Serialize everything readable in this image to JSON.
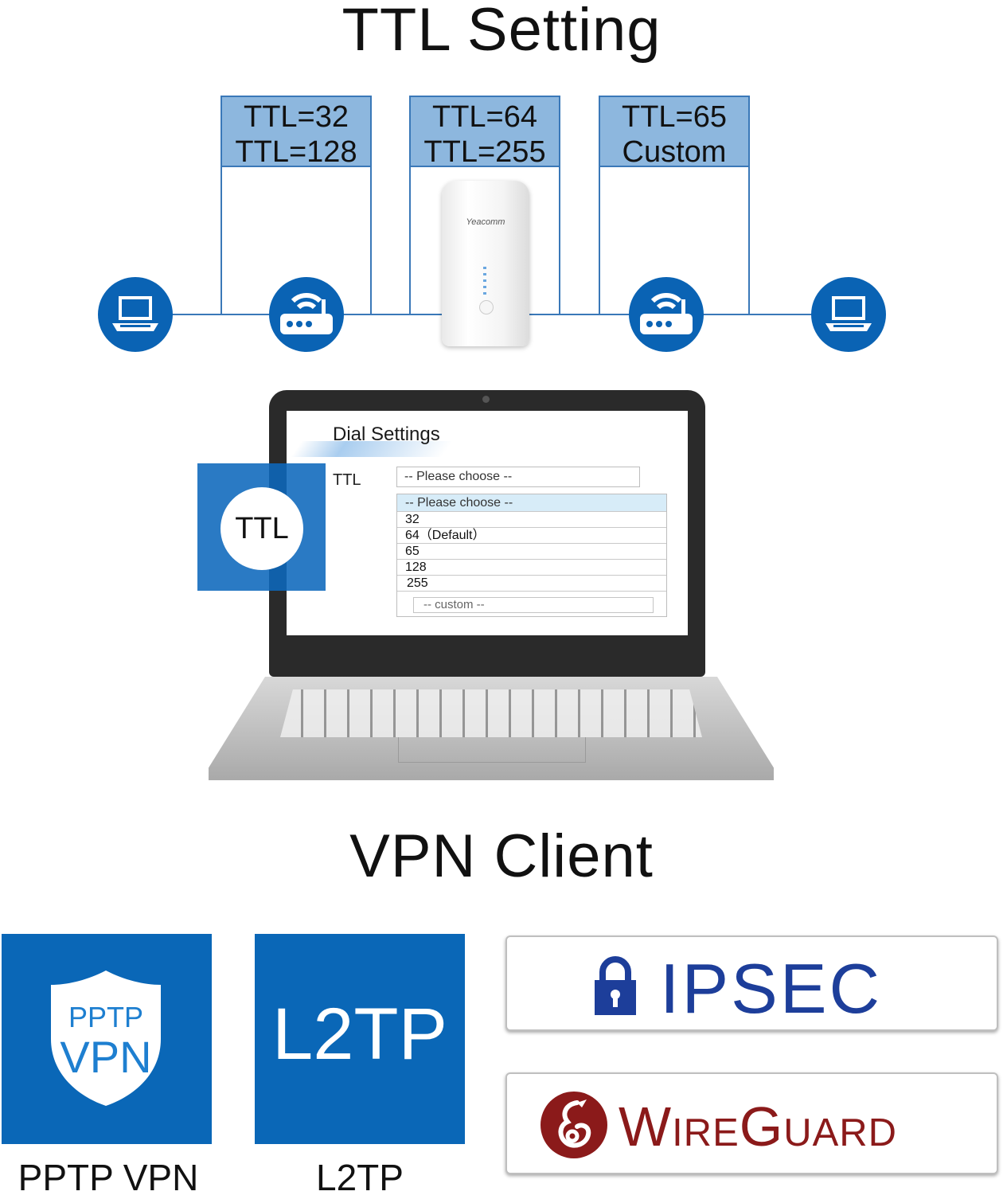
{
  "ttl_title": "TTL Setting",
  "ttl_columns": [
    {
      "line1": "TTL=32",
      "line2": "TTL=128"
    },
    {
      "line1": "TTL=64",
      "line2": "TTL=255"
    },
    {
      "line1": "TTL=65",
      "line2": "Custom"
    }
  ],
  "router_brand": "Yeacomm",
  "dial": {
    "heading": "Dial Settings",
    "field_label": "TTL",
    "select_value": "-- Please choose --",
    "options": [
      "-- Please choose --",
      "32",
      "64（Default）",
      "65",
      "128",
      "255"
    ],
    "custom_placeholder": "-- custom --",
    "badge_text": "TTL"
  },
  "vpn_title": "VPN Client",
  "vpn": {
    "pptp_line1": "PPTP",
    "pptp_line2": "VPN",
    "pptp_caption": "PPTP VPN",
    "l2tp_text": "L2TP",
    "l2tp_caption": "L2TP",
    "ipsec_text": "IPSEC",
    "wireguard_text": "WireGuard"
  },
  "colors": {
    "line_blue": "#3a78b8",
    "icon_blue": "#0a63b4",
    "label_fill": "#8db7de",
    "ipsec_blue": "#1d3e9a",
    "wireguard_red": "#8b1a1a"
  }
}
